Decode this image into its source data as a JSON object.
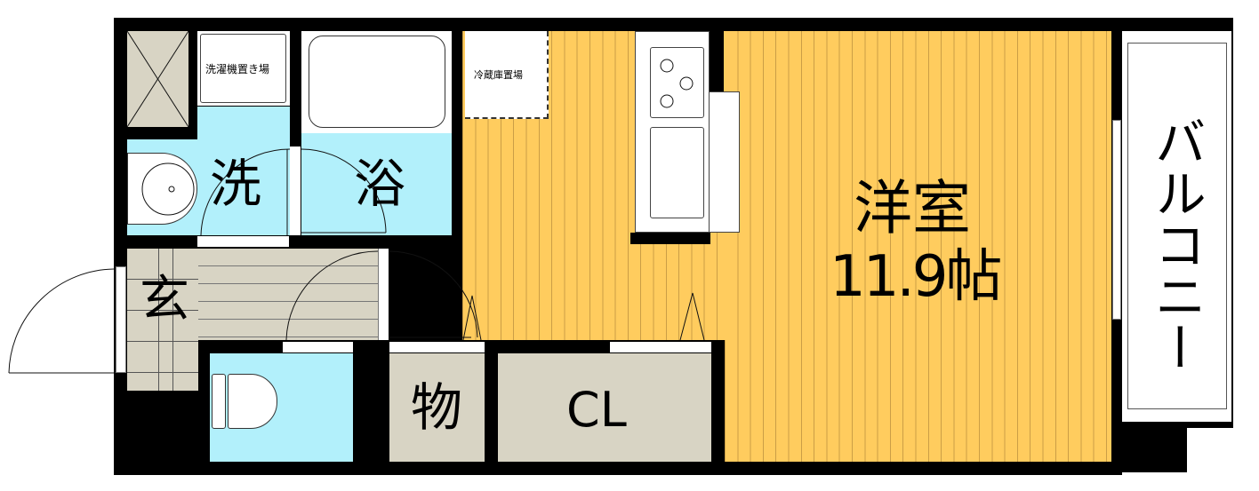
{
  "rooms": {
    "washroom": "洗",
    "bath": "浴",
    "entrance": "玄",
    "storage": "物",
    "closet": "CL",
    "western_room": "洋室",
    "western_room_size": "11.9帖",
    "balcony": "バルコニー"
  },
  "fixtures": {
    "washer_space": "洗濯機置き場",
    "fridge_space": "冷蔵庫置場"
  },
  "colors": {
    "wall": "#000000",
    "wet_area": "#b2f0fb",
    "floor_wood": "#ffcc5e",
    "storage_gray": "#d8d4c4"
  }
}
